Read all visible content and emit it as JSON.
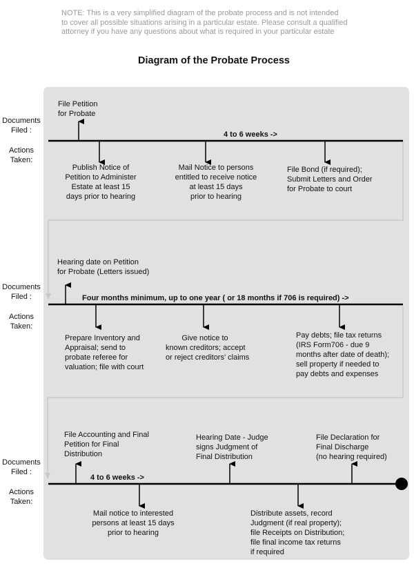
{
  "note": {
    "lines": [
      "NOTE:  This is a very simplified diagram of the probate process and is not intended",
      "to cover all possible situations arising in a particular estate.  Please consult a qualified",
      "attorney if you have any questions about what is required in your particular estate"
    ]
  },
  "title": "Diagram of the Probate Process",
  "side_labels": {
    "documents_filed": [
      "Documents",
      "Filed :"
    ],
    "actions_taken": [
      "Actions",
      "Taken:"
    ]
  },
  "stage1": {
    "timeline": "4 to 6 weeks ->",
    "document": [
      "File Petition",
      "for Probate"
    ],
    "actions": [
      [
        "Publish Notice of",
        "Petition to Administer",
        "Estate at least 15",
        "days prior to hearing"
      ],
      [
        "Mail Notice to persons",
        "entitled to receive notice",
        "at least 15 days",
        "prior to hearing"
      ],
      [
        "File Bond (if required);",
        "Submit Letters and Order",
        "for Probate to court"
      ]
    ]
  },
  "stage2": {
    "timeline": "Four months minimum, up to one year ( or 18 months if 706 is required) ->",
    "document": [
      "Hearing date on Petition",
      "for Probate (Letters issued)"
    ],
    "actions": [
      [
        "Prepare Inventory and",
        "Appraisal; send to",
        "probate referee for",
        "valuation; file with court"
      ],
      [
        "Give notice to",
        "known creditors; accept",
        "or reject creditors' claims"
      ],
      [
        "Pay debts; file tax returns",
        "(IRS Form706 - due 9",
        "months after date of death);",
        "sell property if needed to",
        "pay debts and expenses"
      ]
    ]
  },
  "stage3": {
    "timeline": "4 to 6 weeks ->",
    "documents": [
      [
        "File Accounting and Final",
        "Petition for Final",
        "Distribution"
      ],
      [
        "Hearing Date - Judge",
        "signs Judgment of",
        "Final Distribution"
      ],
      [
        "File Declaration for",
        "Final Discharge",
        "(no hearing required)"
      ]
    ],
    "actions": [
      [
        "Mail notice to interested",
        "persons at least 15 days",
        "prior to hearing"
      ],
      [
        "Distribute assets, record",
        "Judgment (if real property);",
        "file Receipts on Distribution;",
        "file final income tax returns",
        "if required"
      ]
    ]
  },
  "colors": {
    "panel": "#e1e1e1",
    "connector": "#c8c8c8",
    "note_text": "#9a9a9a"
  }
}
